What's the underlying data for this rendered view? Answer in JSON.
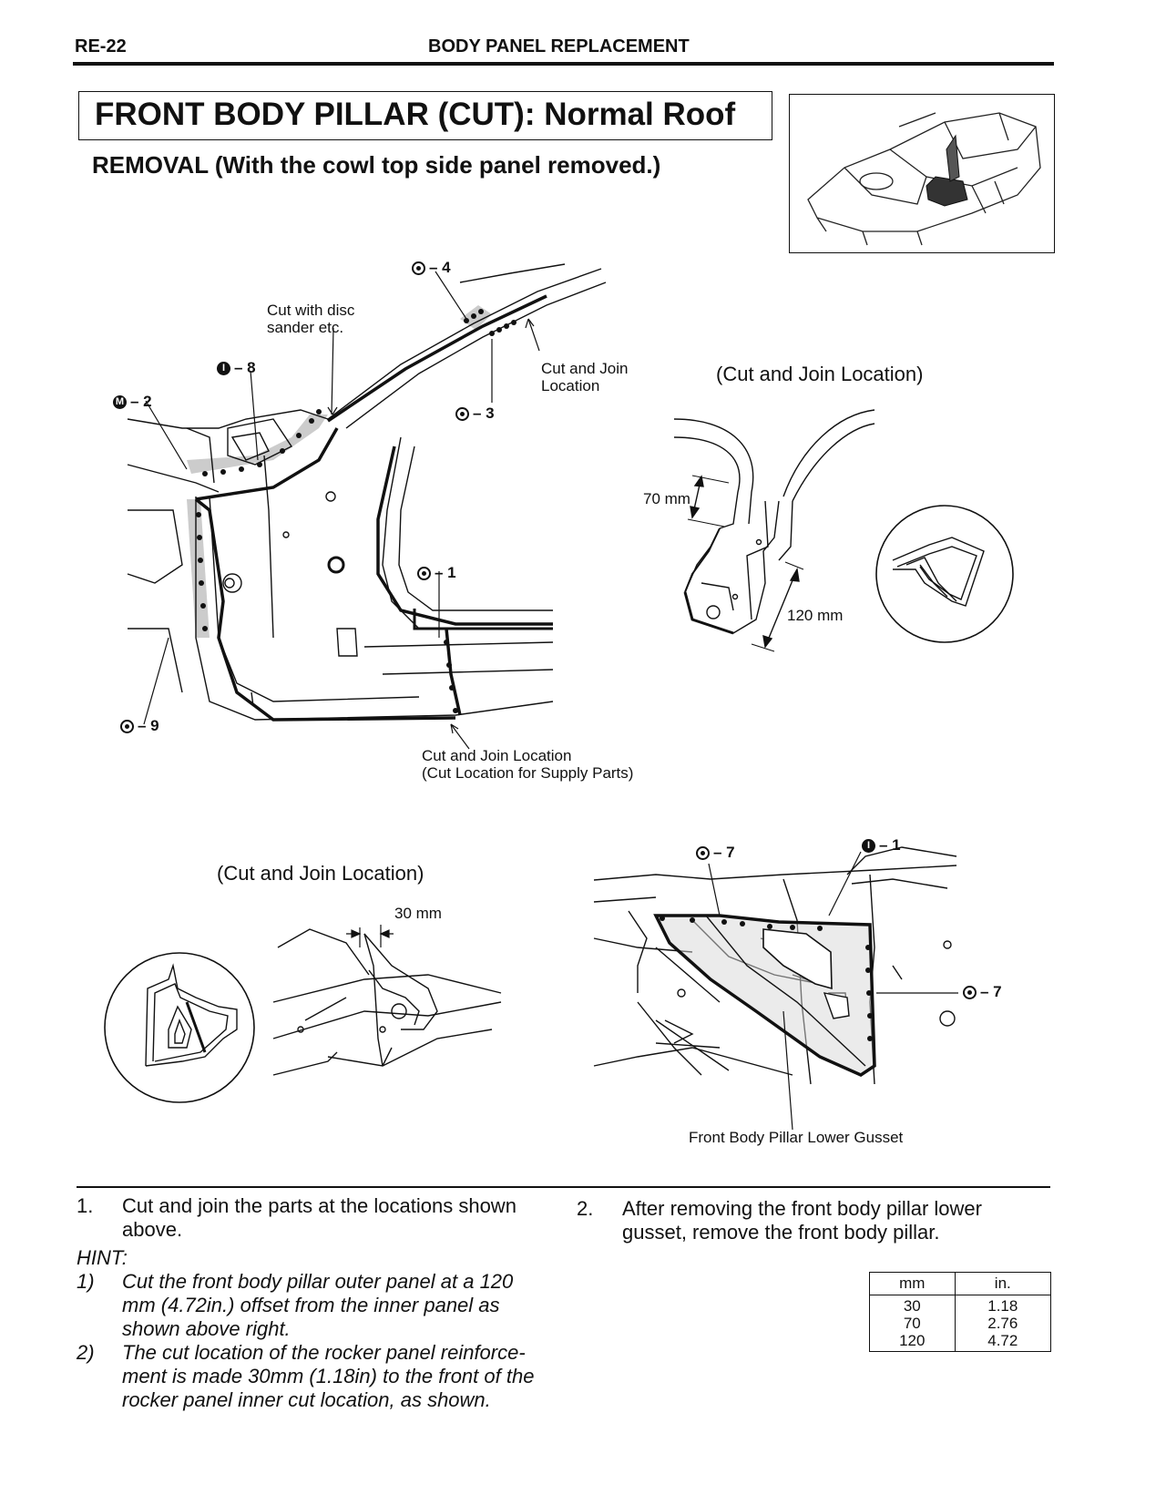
{
  "header": {
    "page_id": "RE-22",
    "section": "BODY PANEL REPLACEMENT"
  },
  "title": "FRONT BODY PILLAR (CUT): Normal Roof",
  "subtitle": "REMOVAL (With the cowl top side panel removed.)",
  "figure_main": {
    "labels": {
      "cut_disc": [
        "Cut with disc",
        "sander etc."
      ],
      "cut_join_upper": [
        "Cut and Join",
        "Location"
      ],
      "cut_join_lower": [
        "Cut and Join Location",
        "(Cut Location for Supply Parts)"
      ]
    },
    "codes": [
      {
        "symbol": "ring",
        "text": "– 4"
      },
      {
        "symbol": "I",
        "text": "– 8"
      },
      {
        "symbol": "M",
        "text": "– 2"
      },
      {
        "symbol": "ring",
        "text": "– 3"
      },
      {
        "symbol": "ring",
        "text": "– 1"
      },
      {
        "symbol": "ring",
        "text": "– 9"
      }
    ]
  },
  "figure_right": {
    "caption": "(Cut and Join Location)",
    "dim1": "70 mm",
    "dim2": "120 mm"
  },
  "figure_bottom_left": {
    "caption": "(Cut and Join Location)",
    "dim": "30 mm"
  },
  "figure_bottom_right": {
    "caption": "Front Body Pillar Lower Gusset",
    "codes": [
      {
        "symbol": "ring",
        "text": "– 7"
      },
      {
        "symbol": "I",
        "text": "– 1"
      },
      {
        "symbol": "ring",
        "text": "– 7"
      }
    ]
  },
  "steps": {
    "step1_num": "1.",
    "step1_text": [
      "Cut and join the parts at the locations shown",
      "above."
    ],
    "hint_label": "HINT:",
    "hints": [
      {
        "num": "1)",
        "lines": [
          "Cut the front body pillar outer panel at a 120",
          "mm (4.72in.) offset from the inner panel as",
          "shown above right."
        ]
      },
      {
        "num": "2)",
        "lines": [
          "The cut location of the rocker panel reinforce-",
          "ment is made 30mm (1.18in) to the front of the",
          "rocker panel inner cut location, as shown."
        ]
      }
    ],
    "step2_num": "2.",
    "step2_text": [
      "After removing the front body pillar lower",
      "gusset, remove the front body pillar."
    ]
  },
  "conversion_table": {
    "headers": [
      "mm",
      "in."
    ],
    "mm_values": [
      "30",
      "70",
      "120"
    ],
    "in_values": [
      "1.18",
      "2.76",
      "4.72"
    ]
  }
}
